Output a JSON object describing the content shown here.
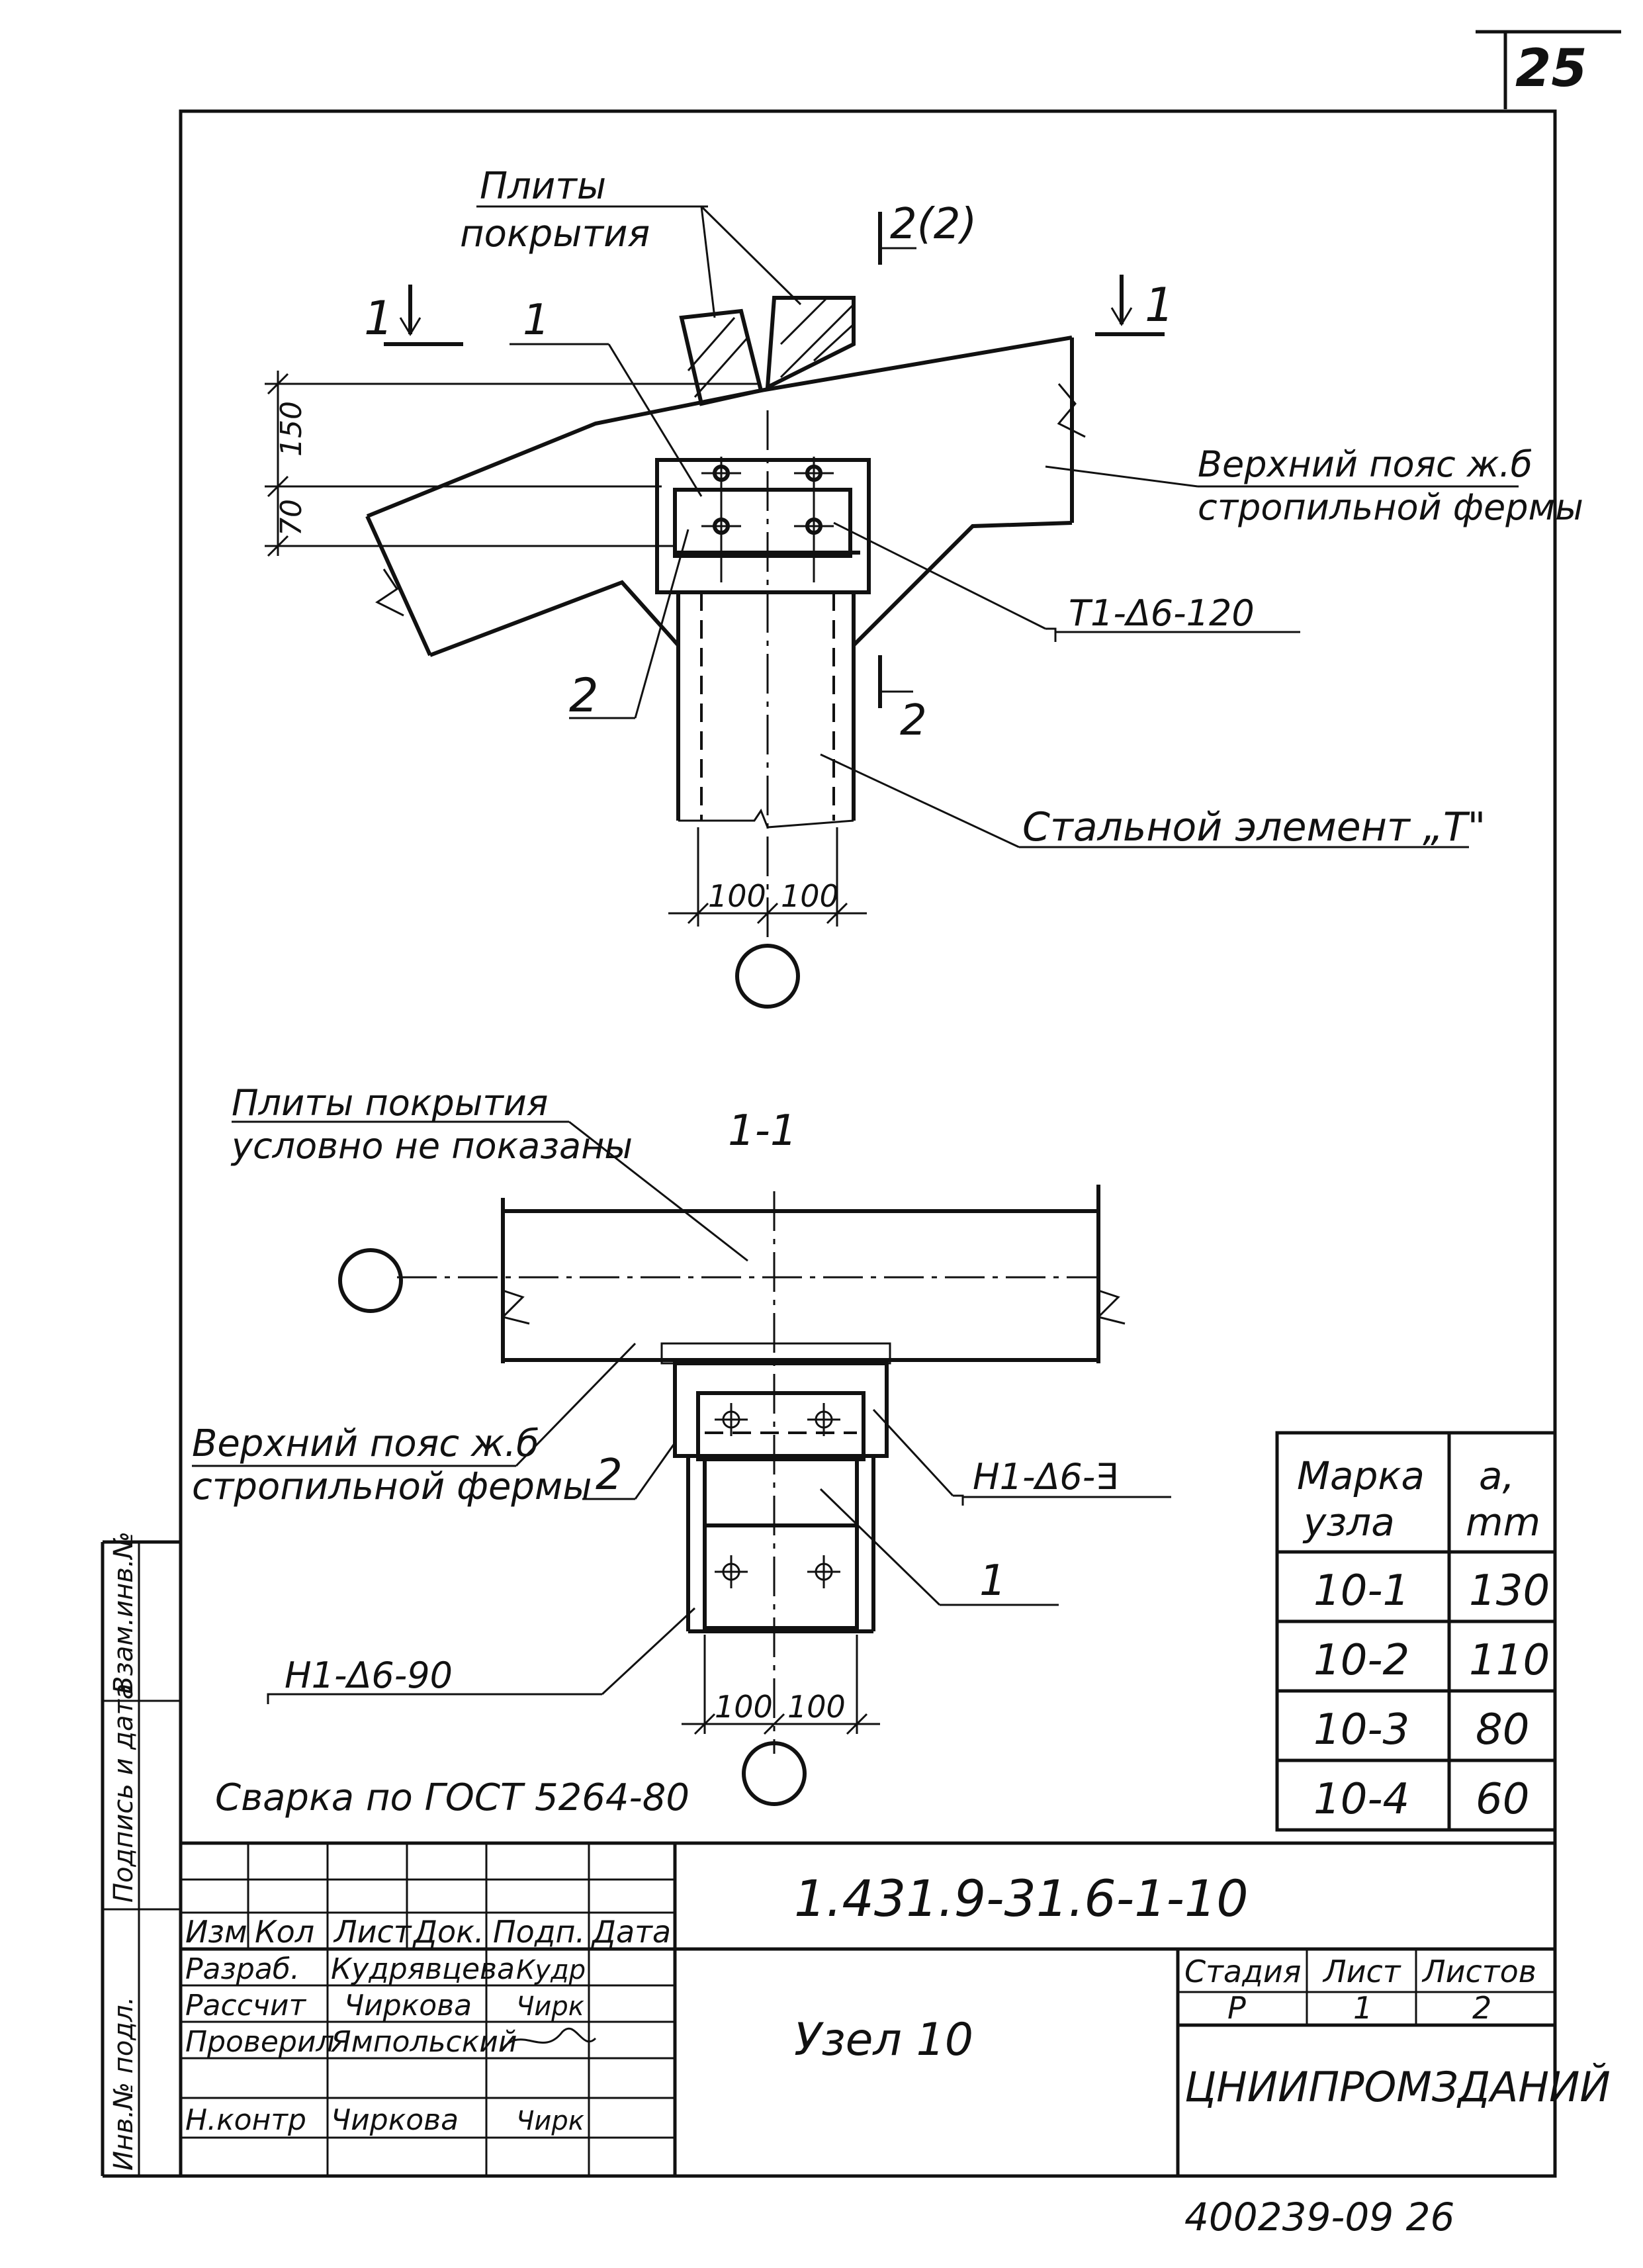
{
  "sheet": {
    "number": "25"
  },
  "top_view": {
    "label_plates": [
      "Плиты",
      "покрытия"
    ],
    "section_2_2": "2(2)",
    "section_1_left": "1",
    "section_1_right": "1",
    "section_2_bottom": "2",
    "pos_1": "1",
    "pos_2": "2",
    "dim_150": "150",
    "dim_70": "70",
    "label_chord": [
      "Верхний пояс ж.б",
      "стропильной фермы"
    ],
    "label_t1": "Т1-Δ6-120",
    "label_steel": "Стальной элемент „Т\"",
    "dim_100_a": "100",
    "dim_100_b": "100"
  },
  "section_view": {
    "title": "1-1",
    "label_plates": [
      "Плиты покрытия",
      "условно не показаны"
    ],
    "label_chord": [
      "Верхний пояс ж.б",
      "стропильной фермы"
    ],
    "pos_2": "2",
    "pos_1": "1",
    "label_h1_a": "Н1-Δ6-∃",
    "label_h1_b": "Н1-Δ6-90",
    "dim_100_a": "100",
    "dim_100_b": "100"
  },
  "weld_note": "Сварка по ГОСТ 5264-80",
  "node_table": {
    "headers": [
      [
        "Марка",
        "узла"
      ],
      [
        "a,",
        "mm"
      ]
    ],
    "rows": [
      [
        "10-1",
        "130"
      ],
      [
        "10-2",
        "110"
      ],
      [
        "10-3",
        "80"
      ],
      [
        "10-4",
        "60"
      ]
    ]
  },
  "side_stamp": [
    "Инв.№ подл.",
    "Подпись и дата",
    "Взам.инв.№"
  ],
  "title_block": {
    "code": "1.431.9-31.6-1-10",
    "name": "Узел 10",
    "headers": [
      "Изм",
      "Кол",
      "Лист",
      "Док.",
      "Подп.",
      "Дата"
    ],
    "roles": [
      {
        "role": "Разраб.",
        "person": "Кудрявцева",
        "sign": "Кудр"
      },
      {
        "role": "Рассчит",
        "person": "Чиркова",
        "sign": "Чирк"
      },
      {
        "role": "Проверил",
        "person": "Ямпольский",
        "sign": ""
      },
      {
        "role": "Н.контр",
        "person": "Чиркова",
        "sign": "Чирк"
      }
    ],
    "stage_header": "Стадия",
    "sheet_header": "Лист",
    "sheets_header": "Листов",
    "stage": "Р",
    "sheet": "1",
    "sheets": "2",
    "org": "ЦНИИПРОМЗДАНИЙ"
  },
  "footer": "400239-09 26"
}
